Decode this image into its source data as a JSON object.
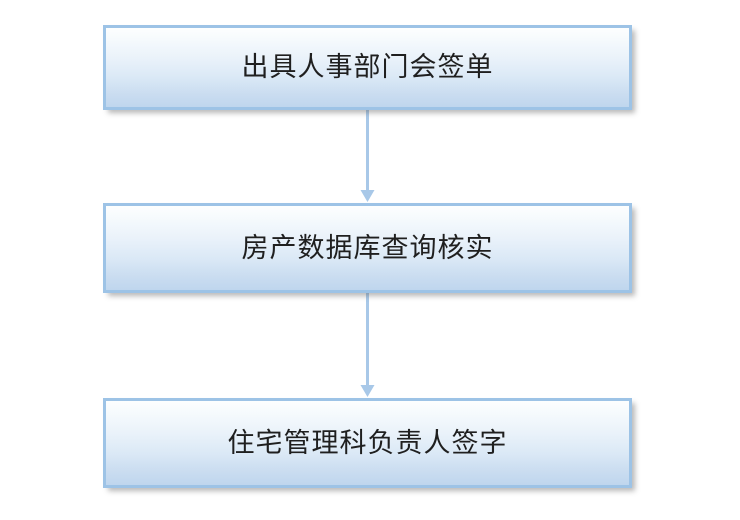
{
  "diagram": {
    "type": "flowchart",
    "orientation": "vertical",
    "background_color": "#ffffff",
    "node_fill_top": "#fdfefe",
    "node_fill_bottom": "#bfd6ee",
    "node_border_color": "#9dc3e6",
    "connector_color": "#a8c8e8",
    "text_color": "#1f1f1f",
    "nodes": [
      {
        "id": "node-1",
        "label": "出具人事部门会签单"
      },
      {
        "id": "node-2",
        "label": "房产数据库查询核实"
      },
      {
        "id": "node-3",
        "label": "住宅管理科负责人签字"
      }
    ],
    "connectors": [
      {
        "id": "arrow-1",
        "from": "node-1",
        "to": "node-2",
        "shape": "down-arrow"
      },
      {
        "id": "arrow-2",
        "from": "node-2",
        "to": "node-3",
        "shape": "down-arrow"
      }
    ]
  }
}
